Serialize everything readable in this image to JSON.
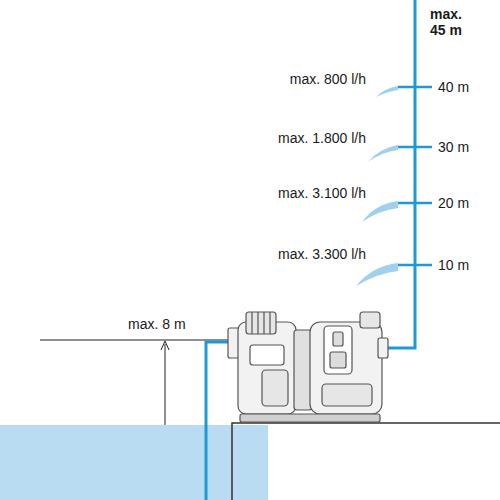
{
  "diagram": {
    "labels": [
      "max. 45 m",
      "max. 800 l/h",
      "40 m",
      "max. 1.800 l/h",
      "30 m",
      "max. 3.100 l/h",
      "20 m",
      "max. 3.300 l/h",
      "10 m",
      "max. 8 m"
    ]
  }
}
